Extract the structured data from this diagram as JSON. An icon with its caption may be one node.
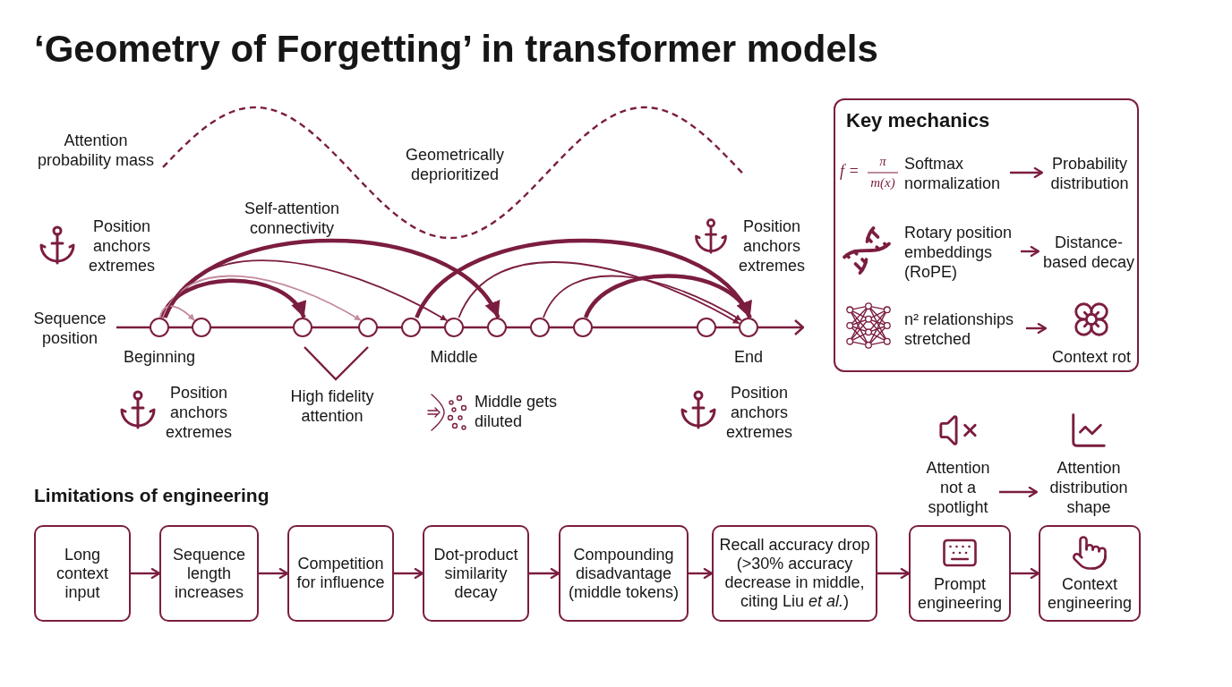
{
  "diagram": {
    "title": "‘Geometry of Forgetting’ in transformer models",
    "nodes": [
      {
        "text": [],
        "shape": "circle",
        "beside": [
          "Beginning"
        ]
      },
      {
        "text": [],
        "shape": "circle"
      },
      {
        "text": [],
        "shape": "circle"
      },
      {
        "text": [],
        "shape": "circle"
      },
      {
        "text": [],
        "shape": "circle"
      },
      {
        "text": [],
        "shape": "circle",
        "beside": [
          "Middle"
        ]
      },
      {
        "text": [],
        "shape": "circle"
      },
      {
        "text": [],
        "shape": "circle"
      },
      {
        "text": [],
        "shape": "circle"
      },
      {
        "text": [],
        "shape": "circle"
      },
      {
        "text": [],
        "shape": "circle",
        "beside": [
          "End"
        ]
      },
      {
        "text": [
          "Key mechanics"
        ]
      },
      {
        "text": [
          "Softmax normalization"
        ],
        "in": 11
      },
      {
        "text": [
          "Probability distribution"
        ],
        "in": 11
      },
      {
        "text": [
          "Rotary position embeddings (RoPE)"
        ],
        "in": 11
      },
      {
        "text": [
          "Distance-based decay"
        ],
        "in": 11
      },
      {
        "text": [
          "n² relationships stretched"
        ],
        "in": 11
      },
      {
        "text": [
          "Context rot"
        ],
        "in": 11
      },
      {
        "text": [
          "Attention not a spotlight"
        ]
      },
      {
        "text": [
          "Attention distribution shape"
        ]
      },
      {
        "text": [
          "Long context input"
        ]
      },
      {
        "text": [
          "Sequence length increases"
        ]
      },
      {
        "text": [
          "Competition for influence"
        ]
      },
      {
        "text": [
          "Dot-product similarity decay"
        ]
      },
      {
        "text": [
          "Compounding disadvantage (middle tokens)"
        ]
      },
      {
        "text": [
          "Recall accuracy drop (>30% accuracy decrease in middle, citing Liu *et al.*)"
        ]
      },
      {
        "text": [
          "Prompt engineering"
        ]
      },
      {
        "text": [
          "Context engineering"
        ]
      }
    ],
    "edges": [
      {
        "from": 0,
        "to": 1,
        "arrow": "to",
        "color": "#c48a9e"
      },
      {
        "from": 0,
        "to": 2,
        "arrow": "to",
        "style": "thick"
      },
      {
        "from": 0,
        "to": 3,
        "arrow": "to",
        "color": "#c48a9e"
      },
      {
        "from": 0,
        "to": 5,
        "arrow": "to"
      },
      {
        "from": 0,
        "to": 6,
        "arrow": "to",
        "style": "thick"
      },
      {
        "from": 4,
        "to": 10,
        "arrow": "to",
        "style": "thick"
      },
      {
        "from": 5,
        "to": 10,
        "arrow": "to"
      },
      {
        "from": 7,
        "to": 10,
        "arrow": "to"
      },
      {
        "from": 8,
        "to": 10,
        "arrow": "to",
        "style": "thick"
      },
      {
        "from": 12,
        "to": 13,
        "arrow": "to"
      },
      {
        "from": 14,
        "to": 15,
        "arrow": "to"
      },
      {
        "from": 16,
        "to": 17,
        "arrow": "to"
      },
      {
        "from": 18,
        "to": 19,
        "arrow": "to"
      },
      {
        "from": 20,
        "to": 21,
        "arrow": "to"
      },
      {
        "from": 21,
        "to": 22,
        "arrow": "to"
      },
      {
        "from": 22,
        "to": 23,
        "arrow": "to"
      },
      {
        "from": 23,
        "to": 24,
        "arrow": "to"
      },
      {
        "from": 24,
        "to": 25,
        "arrow": "to"
      },
      {
        "from": 25,
        "to": 26,
        "arrow": "to"
      },
      {
        "from": 26,
        "to": 27,
        "arrow": "to"
      }
    ],
    "labels": [
      "Attention probability mass",
      "Geometrically deprioritized",
      "f =",
      "π",
      "m(x)",
      "Self-attention connectivity",
      "Position anchors extremes",
      "Position anchors extremes",
      "Sequence position",
      "High fidelity attention",
      "Position anchors extremes",
      "Middle gets diluted",
      "Position anchors extremes",
      "Limitations of engineering"
    ]
  }
}
